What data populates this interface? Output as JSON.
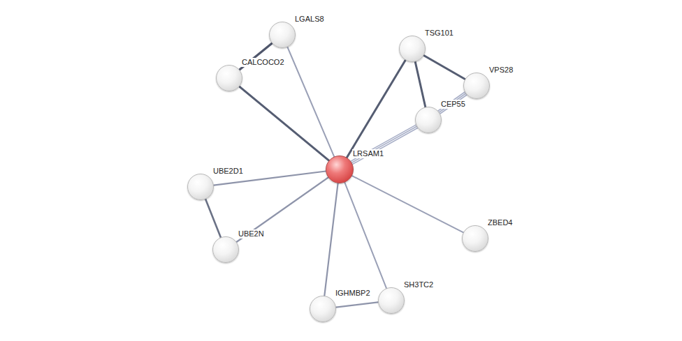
{
  "diagram": {
    "nodes": [
      {
        "text": [
          "LGALS8"
        ]
      },
      {
        "text": [
          "TSG101"
        ]
      },
      {
        "text": [
          "CALCOCO2"
        ]
      },
      {
        "text": [
          "VPS28"
        ]
      },
      {
        "text": [
          "CEP55"
        ]
      },
      {
        "text": [
          "LRSAM1"
        ]
      },
      {
        "text": [
          "UBE2D1"
        ]
      },
      {
        "text": [
          "ZBED4"
        ]
      },
      {
        "text": [
          "UBE2N"
        ]
      },
      {
        "text": [
          "SH3TC2"
        ]
      },
      {
        "text": [
          "IGHMBP2"
        ]
      }
    ],
    "edges": [
      {
        "from": 0,
        "to": 2,
        "arrow": "none"
      },
      {
        "from": 0,
        "to": 5,
        "arrow": "none"
      },
      {
        "from": 2,
        "to": 5,
        "arrow": "none"
      },
      {
        "from": 1,
        "to": 5,
        "arrow": "none"
      },
      {
        "from": 1,
        "to": 4,
        "arrow": "none"
      },
      {
        "from": 1,
        "to": 3,
        "arrow": "none"
      },
      {
        "from": 3,
        "to": 4,
        "arrow": "none"
      },
      {
        "from": 4,
        "to": 5,
        "arrow": "none"
      },
      {
        "from": 6,
        "to": 5,
        "arrow": "none"
      },
      {
        "from": 6,
        "to": 8,
        "arrow": "none"
      },
      {
        "from": 8,
        "to": 5,
        "arrow": "none"
      },
      {
        "from": 7,
        "to": 5,
        "arrow": "none"
      },
      {
        "from": 9,
        "to": 5,
        "arrow": "none"
      },
      {
        "from": 10,
        "to": 5,
        "arrow": "none"
      },
      {
        "from": 10,
        "to": 9,
        "arrow": "none"
      }
    ]
  }
}
